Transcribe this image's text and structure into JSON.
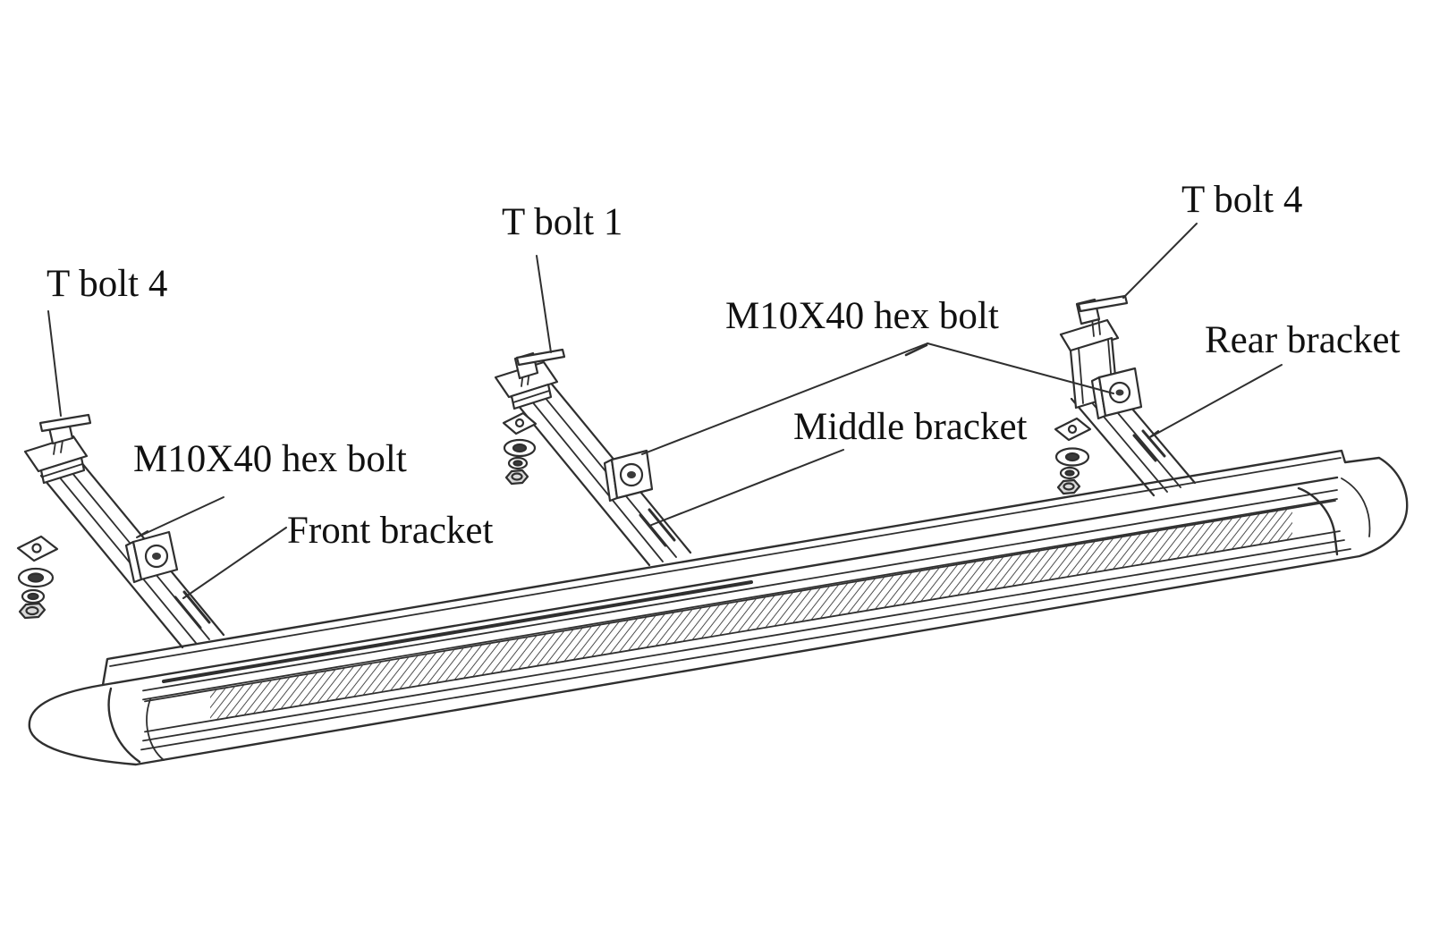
{
  "diagram": {
    "background": "#ffffff",
    "line_color": "#2f2f2f",
    "text_color": "#111111",
    "labels": {
      "t_bolt_4_left": "T bolt 4",
      "t_bolt_1": "T bolt 1",
      "t_bolt_4_right": "T bolt 4",
      "m10x40_hex_bolt_right": "M10X40 hex bolt",
      "rear_bracket": "Rear bracket",
      "middle_bracket": "Middle bracket",
      "m10x40_hex_bolt_left": "M10X40 hex bolt",
      "front_bracket": "Front bracket"
    }
  }
}
